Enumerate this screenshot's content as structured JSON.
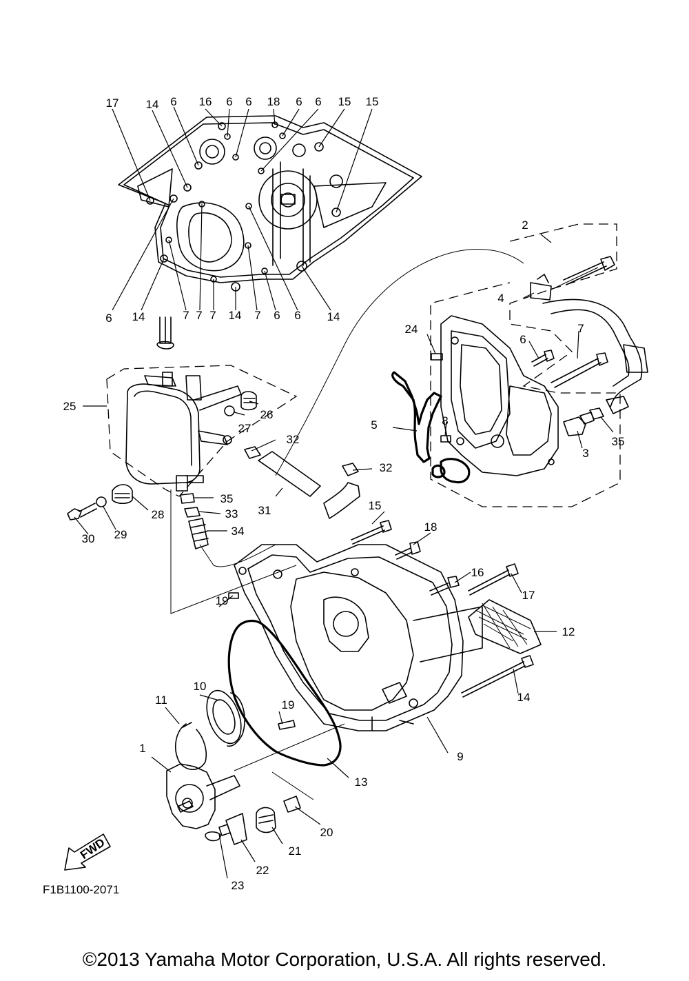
{
  "diagram_code": "F1B1100-2071",
  "fwd_label": "FWD",
  "copyright": "©2013 Yamaha Motor Corporation, U.S.A. All rights reserved.",
  "callouts": [
    "17",
    "14",
    "6",
    "16",
    "6",
    "6",
    "18",
    "6",
    "6",
    "15",
    "15",
    "6",
    "14",
    "7",
    "7",
    "7",
    "14",
    "7",
    "6",
    "6",
    "14",
    "2",
    "4",
    "24",
    "6",
    "7",
    "5",
    "8",
    "3",
    "35",
    "32",
    "25",
    "26",
    "27",
    "32",
    "35",
    "33",
    "34",
    "31",
    "28",
    "29",
    "30",
    "15",
    "18",
    "16",
    "17",
    "19",
    "12",
    "10",
    "11",
    "19",
    "14",
    "1",
    "9",
    "13",
    "20",
    "21",
    "22",
    "23"
  ]
}
